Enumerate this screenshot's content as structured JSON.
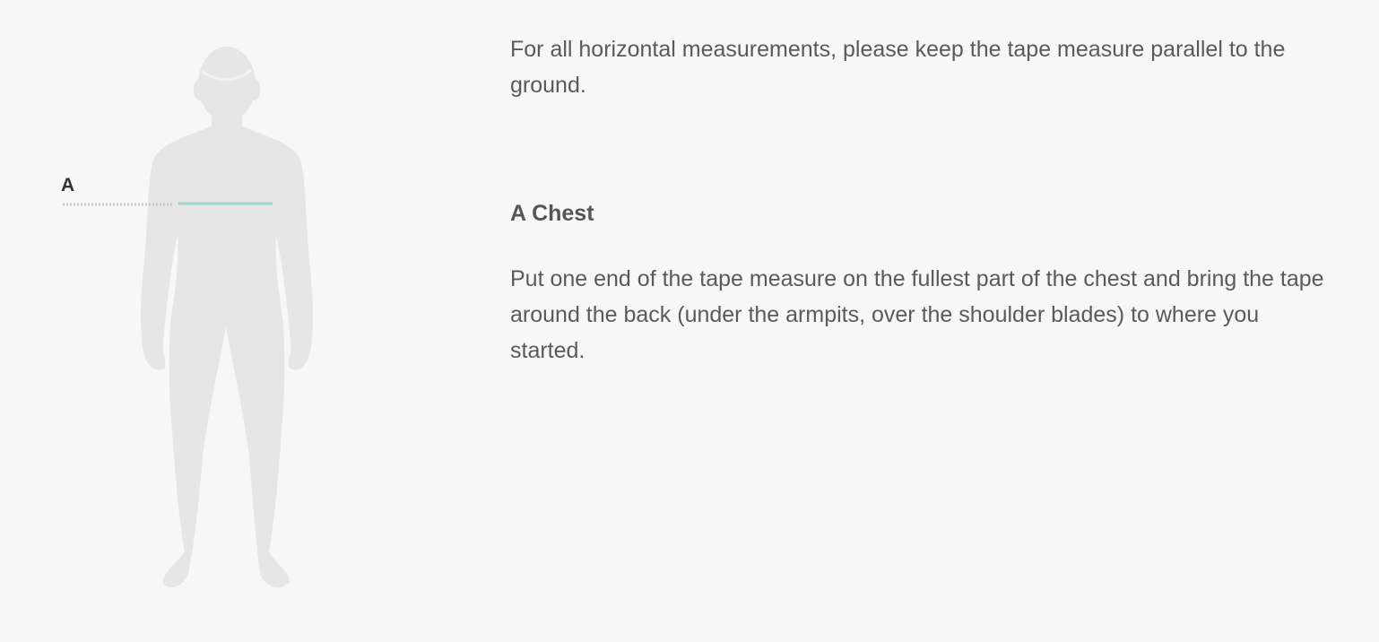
{
  "figure": {
    "marker_label": "A",
    "body_color": "#e6e6e6",
    "measure_line_color": "#9fd5d1",
    "guide_line_color": "#c9c9c9"
  },
  "content": {
    "intro": "For all horizontal measurements, please keep the tape measure parallel to the ground.",
    "sections": [
      {
        "title": "A Chest",
        "description": "Put one end of the tape measure on the fullest part of the chest and bring the tape around the back (under the armpits, over the shoulder blades) to where you started."
      }
    ]
  }
}
